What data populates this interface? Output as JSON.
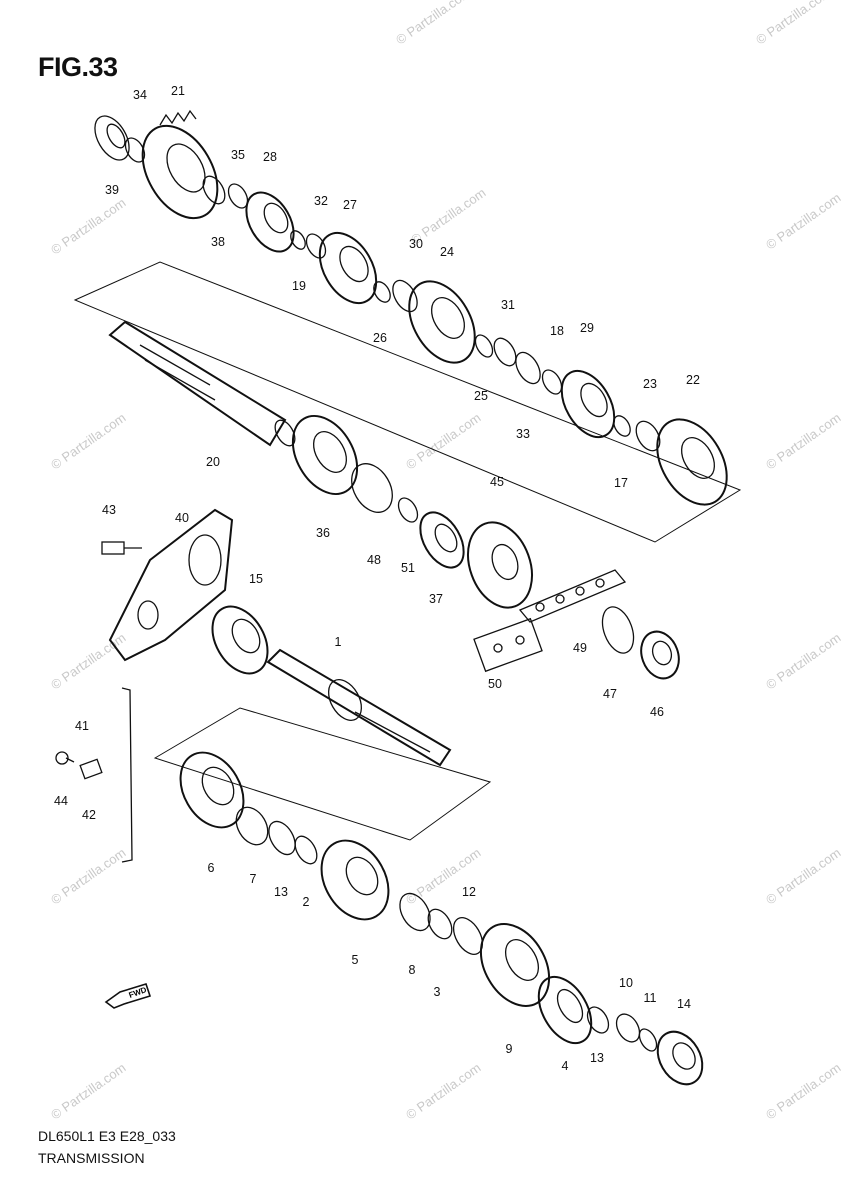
{
  "title": "FIG.33",
  "diagram_code": "DL650L1 E3 E28_033",
  "subtitle": "TRANSMISSION",
  "watermark": "© Partzilla.com",
  "arrow_label": "FWD",
  "labels": {
    "p1": "1",
    "p2": "2",
    "p3": "3",
    "p4": "4",
    "p5": "5",
    "p6": "6",
    "p7": "7",
    "p8": "8",
    "p9": "9",
    "p10": "10",
    "p11": "11",
    "p12": "12",
    "p13a": "13",
    "p13b": "13",
    "p14": "14",
    "p15": "15",
    "p17": "17",
    "p18": "18",
    "p19": "19",
    "p20": "20",
    "p21": "21",
    "p22": "22",
    "p23": "23",
    "p24": "24",
    "p25": "25",
    "p26": "26",
    "p27": "27",
    "p28": "28",
    "p29": "29",
    "p30": "30",
    "p31": "31",
    "p32": "32",
    "p33": "33",
    "p34": "34",
    "p35": "35",
    "p36": "36",
    "p37": "37",
    "p38": "38",
    "p39": "39",
    "p40": "40",
    "p41": "41",
    "p42": "42",
    "p43": "43",
    "p44": "44",
    "p45": "45",
    "p46": "46",
    "p47": "47",
    "p48": "48",
    "p49": "49",
    "p50": "50",
    "p51": "51"
  }
}
